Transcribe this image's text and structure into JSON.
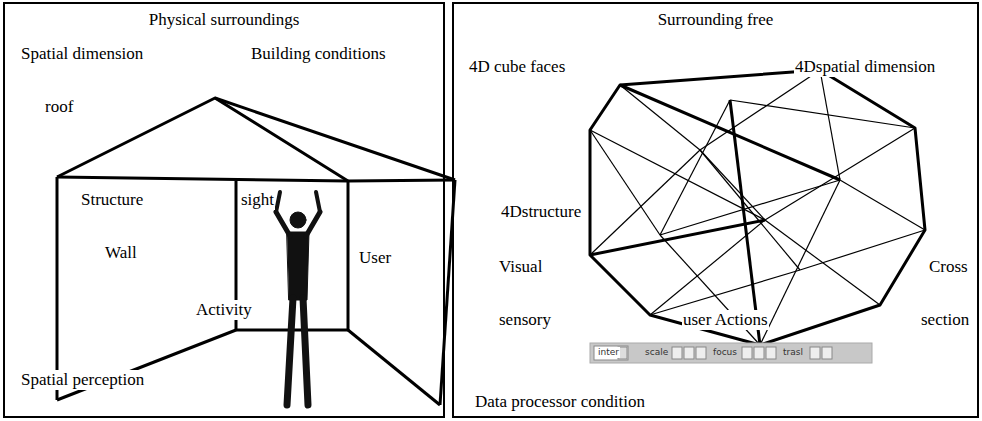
{
  "diagram": {
    "nodes": [
      {
        "text": [
          "Physical surroundings"
        ]
      },
      {
        "text": [
          "Surrounding free"
        ]
      }
    ],
    "labels": [
      "Spatial dimension",
      "Building conditions",
      "roof",
      "Structure",
      "sight",
      "Wall",
      "User",
      "Activity",
      "Spatial perception",
      "4D cube faces",
      "4Dspatial dimension",
      "4Dstructure",
      "Visual",
      "Cross",
      "sensory",
      "user Actions",
      "section",
      "Data processor condition",
      "inter",
      "scale",
      "focus",
      "trasl"
    ]
  }
}
